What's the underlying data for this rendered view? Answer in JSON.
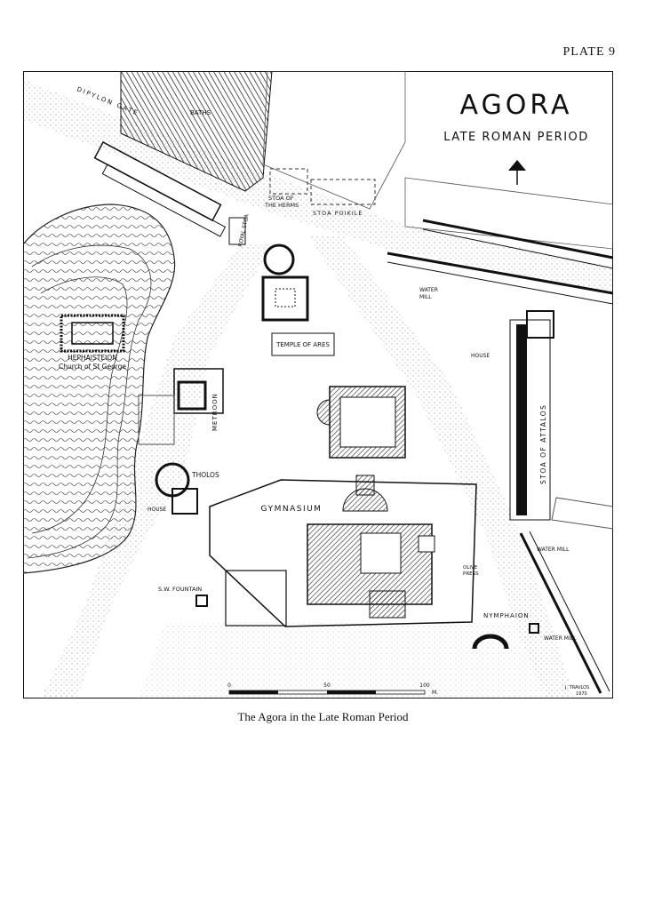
{
  "plate_label": "PLATE 9",
  "caption": "The Agora in the Late Roman Period",
  "map": {
    "title": "AGORA",
    "subtitle": "LATE ROMAN PERIOD",
    "credit": "J. TRAVLOS",
    "credit_year": "1970",
    "labels": {
      "dipylon_gate": "DIPYLON GATE",
      "baths": "BATHS",
      "stoa_herms_1": "STOA OF",
      "stoa_herms_2": "THE HERMS",
      "stoa_poikile": "STOA POIKILE",
      "royal_stoa": "ROYAL STOA",
      "water_mill_1": "WATER",
      "water_mill_2": "MILL",
      "house_east": "HOUSE",
      "temple_of_ares": "TEMPLE OF ARES",
      "hephaisteion": "HEPHAISTEION",
      "church": "Church of St George",
      "metroon": "METROON",
      "stoa_of_attalos": "STOA OF ATTALOS",
      "tholos": "THOLOS",
      "house_west": "HOUSE",
      "gymnasium": "GYMNASIUM",
      "water_mill_east": "WATER MILL",
      "olive_press_1": "OLIVE",
      "olive_press_2": "PRESS",
      "sw_fountain": "S.W. FOUNTAIN",
      "nymphaion": "NYMPHAION",
      "water_mill_south": "WATER MILL"
    },
    "scale_bar": {
      "ticks": [
        "0",
        "50",
        "100"
      ],
      "unit": "M."
    }
  }
}
